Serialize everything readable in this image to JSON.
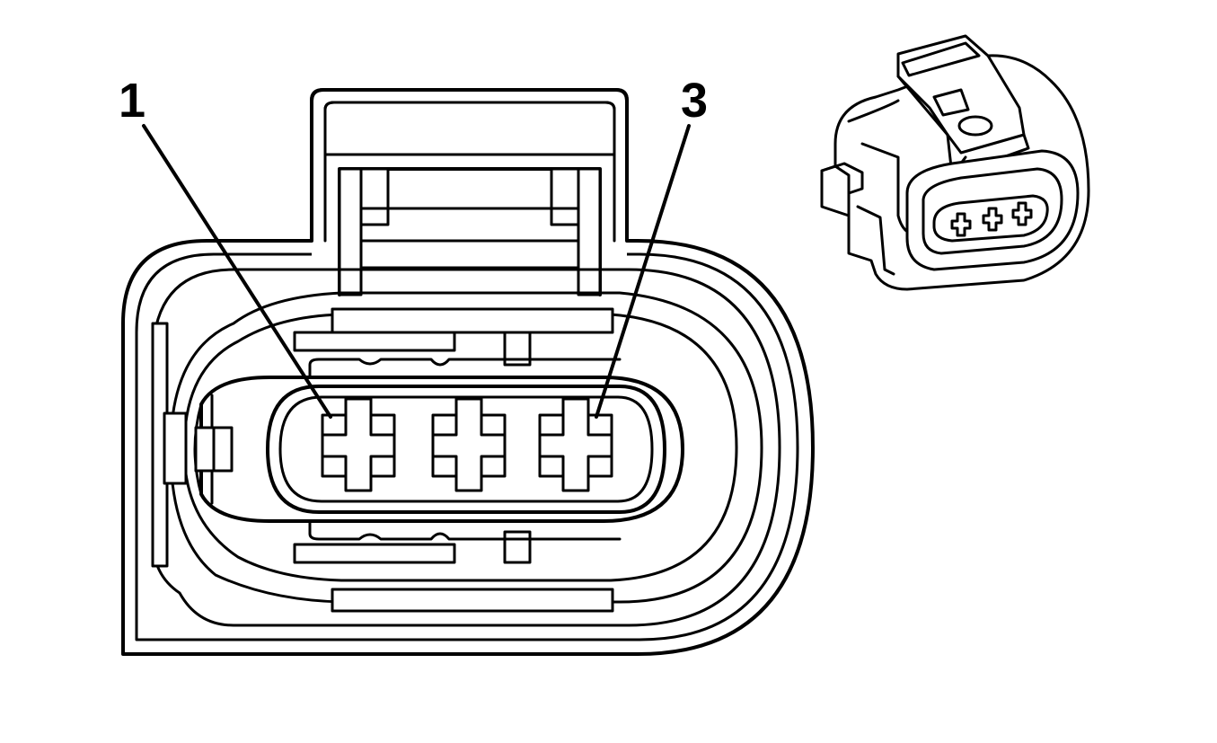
{
  "diagram": {
    "callouts": [
      {
        "label": "1",
        "target": "terminal-1"
      },
      {
        "label": "3",
        "target": "terminal-3"
      }
    ]
  }
}
